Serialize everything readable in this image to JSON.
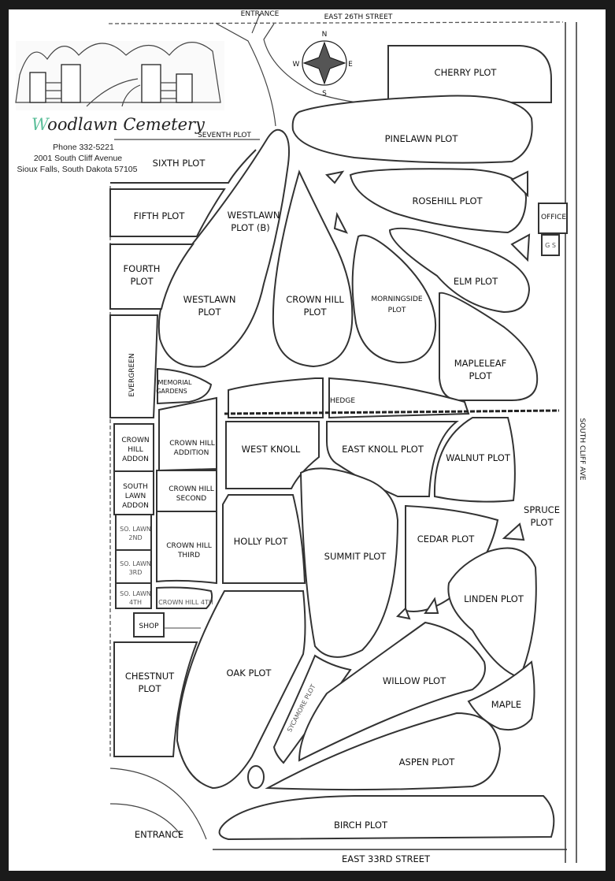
{
  "header": {
    "title_initial": "W",
    "title_rest": "oodlawn Cemetery",
    "title_accent_color": "#5cbf9a",
    "phone": "Phone 332-5221",
    "address": "2001 South Cliff Avenue",
    "city": "Sioux Falls, South Dakota 57105"
  },
  "streets": {
    "north": "EAST 26TH STREET",
    "south": "EAST 33RD STREET",
    "east": "SOUTH CLIFF AVE",
    "entrance_north": "ENTRANCE",
    "entrance_south": "ENTRANCE"
  },
  "compass": {
    "n": "N",
    "e": "E",
    "s": "S",
    "w": "W"
  },
  "buildings": {
    "office": "OFFICE",
    "shop": "SHOP",
    "office_annex": "G S"
  },
  "plots": {
    "cherry": "CHERRY PLOT",
    "pinelawn": "PINELAWN PLOT",
    "rosehill": "ROSEHILL PLOT",
    "elm": "ELM PLOT",
    "mapleleaf": [
      "MAPLELEAF",
      "PLOT"
    ],
    "morningside": [
      "MORNINGSIDE",
      "PLOT"
    ],
    "crown_hill": [
      "CROWN HILL",
      "PLOT"
    ],
    "westlawn_b": [
      "WESTLAWN",
      "PLOT (B)"
    ],
    "westlawn": [
      "WESTLAWN",
      "PLOT"
    ],
    "seventh": "SEVENTH PLOT",
    "sixth": "SIXTH PLOT",
    "fifth": "FIFTH PLOT",
    "fourth": [
      "FOURTH",
      "PLOT"
    ],
    "evergreen": "EVERGREEN",
    "memorial_gardens": [
      "MEMORIAL",
      "GARDENS"
    ],
    "hedge": "HEDGE",
    "west_knoll": "WEST KNOLL",
    "east_knoll": "EAST KNOLL PLOT",
    "walnut": "WALNUT PLOT",
    "spruce": [
      "SPRUCE",
      "PLOT"
    ],
    "crown_hill_addon": [
      "CROWN",
      "HILL",
      "ADDON"
    ],
    "crown_hill_addition": [
      "CROWN HILL",
      "ADDITION"
    ],
    "south_lawn_addon": [
      "SOUTH",
      "LAWN",
      "ADDON"
    ],
    "crown_hill_second": [
      "CROWN HILL",
      "SECOND"
    ],
    "so_lawn_2nd": [
      "SO. LAWN",
      "2ND"
    ],
    "so_lawn_3rd": [
      "SO. LAWN",
      "3RD"
    ],
    "so_lawn_4th": [
      "SO. LAWN",
      "4TH"
    ],
    "crown_hill_third": [
      "CROWN HILL",
      "THIRD"
    ],
    "crown_hill_4th": "CROWN HILL 4TH",
    "holly": "HOLLY PLOT",
    "summit": "SUMMIT PLOT",
    "cedar": "CEDAR PLOT",
    "linden": "LINDEN PLOT",
    "chestnut": [
      "CHESTNUT",
      "PLOT"
    ],
    "oak": "OAK PLOT",
    "willow": "WILLOW PLOT",
    "maple": "MAPLE",
    "sycamore": "SYCAMORE PLOT",
    "aspen": "ASPEN PLOT",
    "birch": "BIRCH PLOT"
  }
}
